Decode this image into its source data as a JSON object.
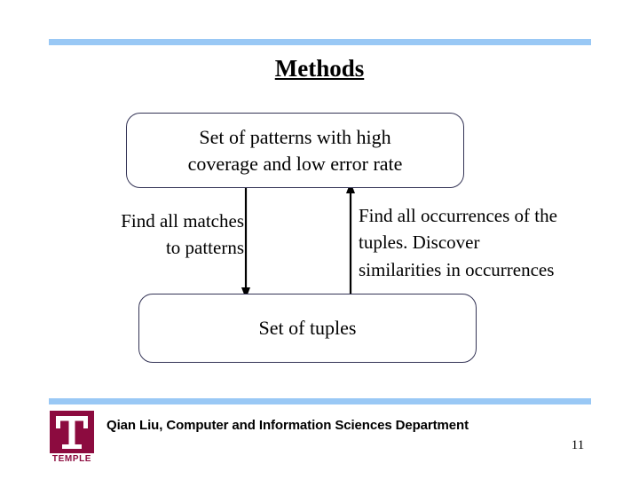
{
  "slide": {
    "title": "Methods",
    "page_number": "11",
    "accent_bar_color": "#99C8F5",
    "box_border_color": "#333355",
    "logo_color": "#8C0B3F"
  },
  "flow": {
    "top_box": {
      "line1": "Set of patterns with high",
      "line2": "coverage and low error rate"
    },
    "bottom_box": {
      "label": "Set of tuples"
    },
    "left_annotation": {
      "line1": "Find all matches",
      "line2": "to patterns"
    },
    "right_annotation": {
      "line1": "Find all occurrences of the",
      "line2": "tuples. Discover",
      "line3": "similarities in occurrences"
    }
  },
  "footer": {
    "credit": "Qian Liu,  Computer and Information Sciences Department",
    "logo_wordmark": "TEMPLE"
  }
}
